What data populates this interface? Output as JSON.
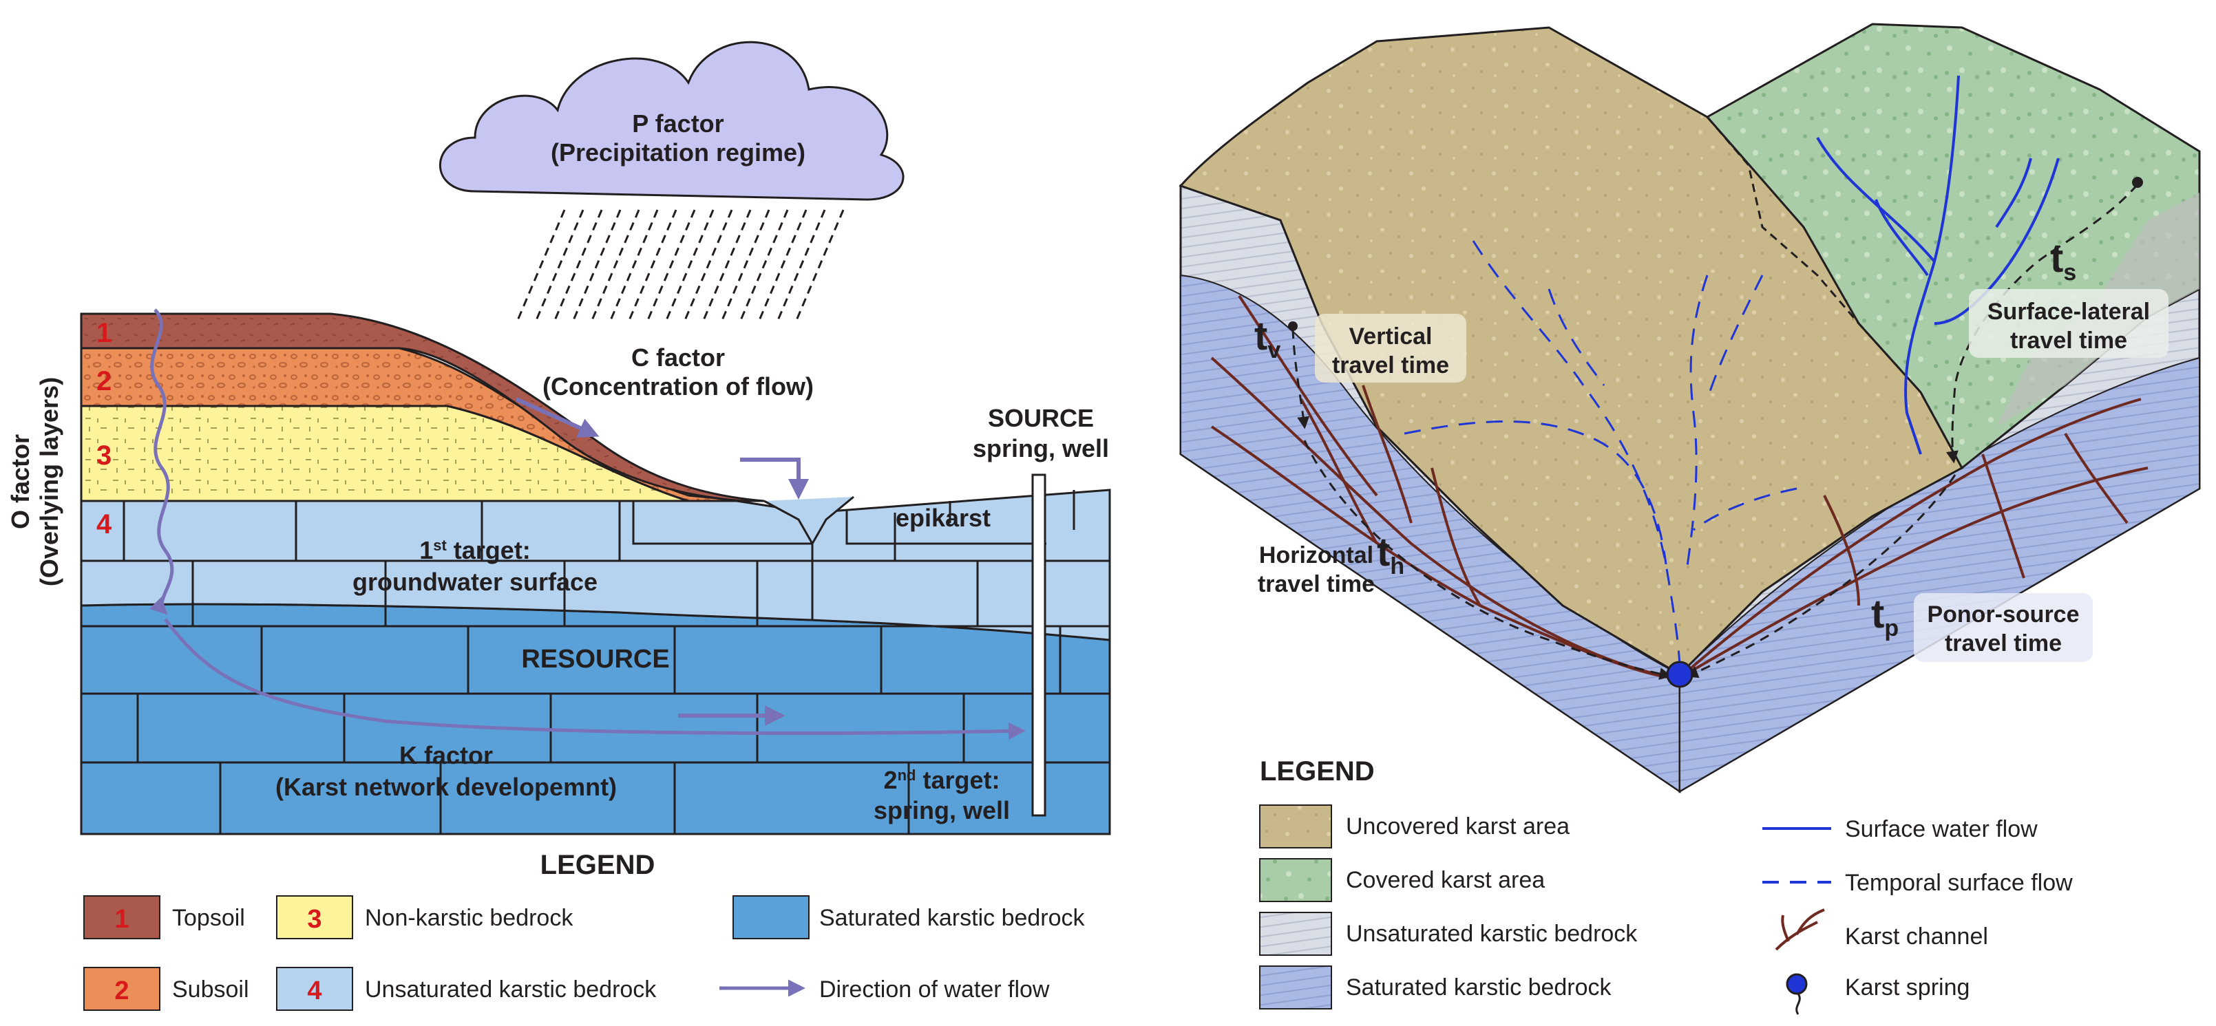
{
  "left": {
    "p_factor": {
      "title": "P factor",
      "subtitle": "(Precipitation regime)"
    },
    "c_factor": {
      "title": "C factor",
      "subtitle": "(Concentration of flow)"
    },
    "o_factor": {
      "title": "O factor",
      "subtitle": "(Overlying layers)"
    },
    "k_factor": {
      "title": "K factor",
      "subtitle": "(Karst network developemnt)"
    },
    "layer_numbers": [
      "1",
      "2",
      "3",
      "4"
    ],
    "source": {
      "title": "SOURCE",
      "subtitle": "spring, well"
    },
    "epikarst": "epikarst",
    "target1": {
      "ordinal": "1",
      "sup": "st",
      "rest": " target:",
      "line2": "groundwater surface"
    },
    "resource": "RESOURCE",
    "target2": {
      "ordinal": "2",
      "sup": "nd",
      "rest": " target:",
      "line2": "spring, well"
    },
    "legend": {
      "title": "LEGEND",
      "items": [
        {
          "num": "1",
          "label": "Topsoil",
          "color": "#a95a4d"
        },
        {
          "num": "2",
          "label": "Subsoil",
          "color": "#eb8e57"
        },
        {
          "num": "3",
          "label": "Non-karstic bedrock",
          "color": "#fdf39a"
        },
        {
          "num": "4",
          "label": "Unsaturated karstic bedrock",
          "color": "#b5d3ef"
        },
        {
          "num": "",
          "label": "Saturated karstic bedrock",
          "color": "#5aa1da"
        },
        {
          "num": "",
          "label": "Direction of water flow",
          "color": "#7a72b8"
        }
      ]
    }
  },
  "right": {
    "t_v": {
      "sym": "t",
      "sub": "v",
      "line1": "Vertical",
      "line2": "travel time"
    },
    "t_h": {
      "sym": "t",
      "sub": "h",
      "line1": "Horizontal",
      "line2": "travel time"
    },
    "t_s": {
      "sym": "t",
      "sub": "s",
      "line1": "Surface-lateral",
      "line2": "travel time"
    },
    "t_p": {
      "sym": "t",
      "sub": "p",
      "line1": "Ponor-source",
      "line2": "travel time"
    },
    "legend": {
      "title": "LEGEND",
      "items_left": [
        {
          "label": "Uncovered karst area",
          "color": "#c9b98a"
        },
        {
          "label": "Covered karst area",
          "color": "#a9cda9"
        },
        {
          "label": "Unsaturated karstic bedrock",
          "color": "#d9dde6"
        },
        {
          "label": "Saturated karstic bedrock",
          "color": "#a9b9e4"
        }
      ],
      "items_right": [
        {
          "label": "Surface water flow",
          "icon": "solid-blue-line-icon"
        },
        {
          "label": "Temporal surface flow",
          "icon": "dashed-blue-line-icon"
        },
        {
          "label": "Karst channel",
          "icon": "karst-channel-icon"
        },
        {
          "label": "Karst spring",
          "icon": "karst-spring-icon"
        }
      ]
    }
  },
  "colors": {
    "cloud": "#c7c5f2",
    "flow_arrow": "#7a72b8",
    "number_red": "#d7191c",
    "surface_water": "#1f35d6",
    "karst_channel": "#6e2a20"
  }
}
